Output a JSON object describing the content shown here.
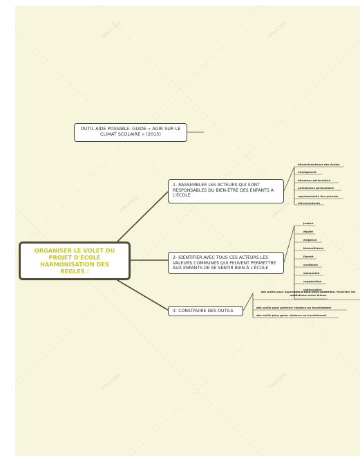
{
  "central": "ORGANISER LE VOLET DU PROJET D'ÉCOLE HARMONISATION DES RÈGLES :",
  "tool_note": "OUTIL AIDE POSSIBLE: GUIDE « AGIR SUR LE CLIMAT SCOLAIRE » (2015)",
  "branches": [
    {
      "label": "1- RASSEMBLER LES ACTEURS QUI SONT RESPONSABLES DU BIEN-ÊTRE DES ENFANTS À L'ÉCOLE",
      "items": [
        "directrices/teurs des écoles",
        "enseignants",
        "directeur périscolaire",
        "animateurs périscolaire",
        "représentants des parents",
        "élèves/enfants"
      ]
    },
    {
      "label": "2- IDENTIFIER AVEC TOUS CES ACTEURS LES VALEURS COMMUNES QUI PEUVENT PERMETTRE AUX ENFANTS DE SE SENTIR BIEN À L'ÉCOLE",
      "items": [
        "justice",
        "équité",
        "exigence",
        "bienveillance",
        "liberté",
        "confiance",
        "autonomie",
        "coopération",
        "coéducation"
      ]
    },
    {
      "label": "3- CONSTRUIRE DES OUTILS",
      "items": [
        "des outils pour apprendre à bien vivre ensemble, favoriser les médiations entre élèves",
        "des outils pour prévenir violence ou harcèlement",
        "des outils pour gérer violence ou harcèlement"
      ]
    }
  ],
  "watermark": "XMind ZEN",
  "colors": {
    "background": "#f7f6dd",
    "central_text": "#c9c22a",
    "lines": "#4e4b36"
  }
}
